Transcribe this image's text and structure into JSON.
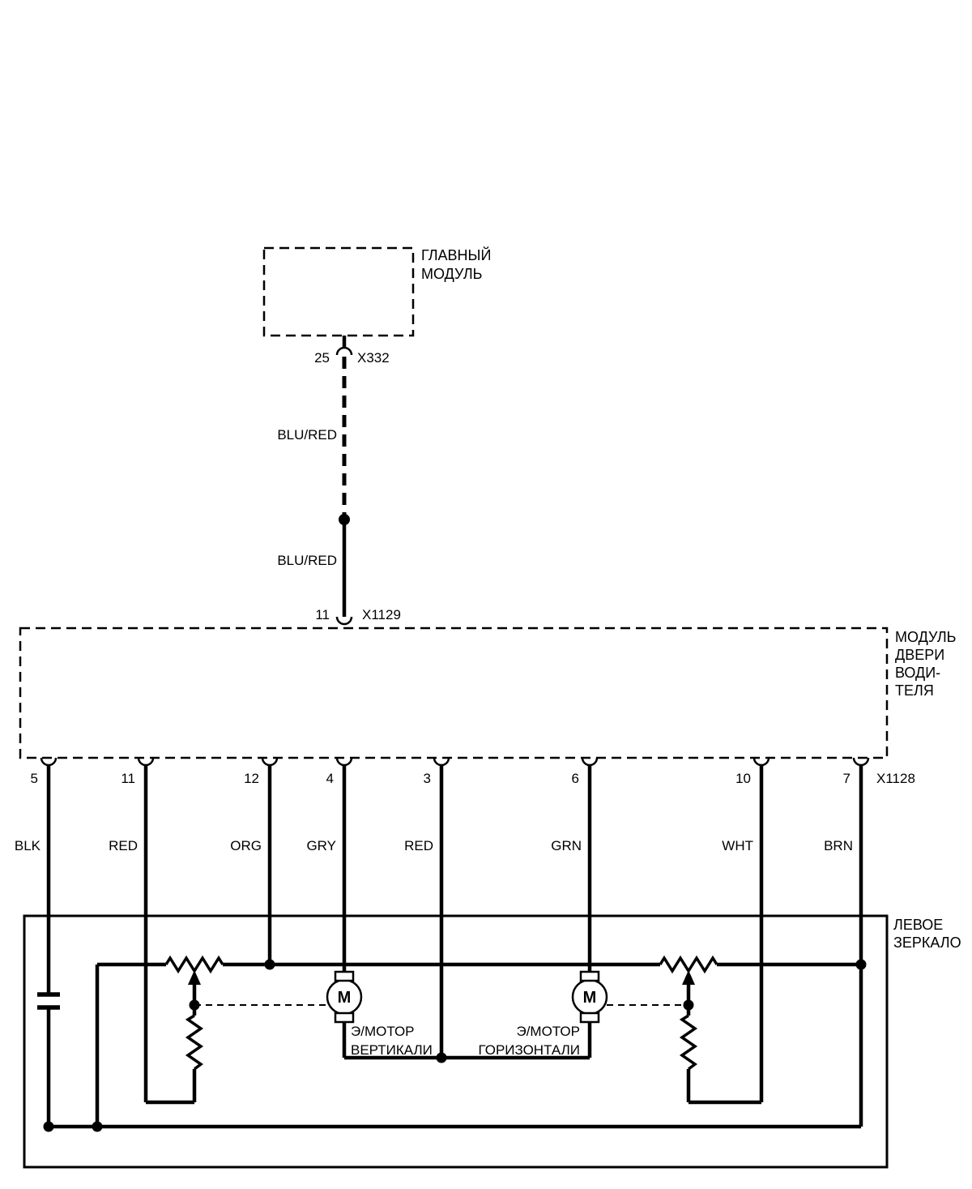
{
  "colors": {
    "ink": "#000000",
    "paper": "#ffffff"
  },
  "main_module": {
    "label": [
      "ГЛАВНЫЙ",
      "МОДУЛЬ"
    ],
    "connector_pin": "25",
    "connector_name": "X332"
  },
  "trunk_wire": {
    "upper_color": "BLU/RED",
    "lower_color": "BLU/RED"
  },
  "door_module": {
    "label": [
      "МОДУЛЬ",
      "ДВЕРИ",
      "ВОДИ-",
      "ТЕЛЯ"
    ],
    "top_connector_pin": "11",
    "top_connector_name": "X1129",
    "bottom_connector_name": "X1128",
    "pins": [
      {
        "number": "5",
        "wire_color": "BLK"
      },
      {
        "number": "11",
        "wire_color": "RED"
      },
      {
        "number": "12",
        "wire_color": "ORG"
      },
      {
        "number": "4",
        "wire_color": "GRY"
      },
      {
        "number": "3",
        "wire_color": "RED"
      },
      {
        "number": "6",
        "wire_color": "GRN"
      },
      {
        "number": "10",
        "wire_color": "WHT"
      },
      {
        "number": "7",
        "wire_color": "BRN"
      }
    ]
  },
  "mirror": {
    "label": [
      "ЛЕВОЕ",
      "ЗЕРКАЛО"
    ],
    "vertical_motor": {
      "letter": "M",
      "label": [
        "Э/МОТОР",
        "ВЕРТИКАЛИ"
      ]
    },
    "horizontal_motor": {
      "letter": "M",
      "label": [
        "Э/МОТОР",
        "ГОРИЗОНТАЛИ"
      ]
    }
  }
}
